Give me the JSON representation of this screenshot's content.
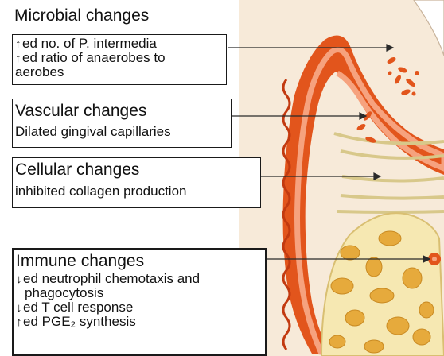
{
  "sections": [
    {
      "id": "microbial",
      "title": "Microbial changes",
      "lines": [
        {
          "arrow": "↑",
          "text": "ed  no. of P. intermedia"
        },
        {
          "arrow": "↑",
          "text": "ed  ratio of anaerobes to"
        },
        {
          "arrow": "",
          "text": "aerobes"
        }
      ]
    },
    {
      "id": "vascular",
      "title": "Vascular changes",
      "lines": [
        {
          "arrow": "",
          "text": "Dilated gingival capillaries"
        }
      ]
    },
    {
      "id": "cellular",
      "title": "Cellular changes",
      "lines": [
        {
          "arrow": "",
          "text": "inhibited collagen production"
        }
      ]
    },
    {
      "id": "immune",
      "title": "Immune changes",
      "lines": [
        {
          "arrow": "↓",
          "text": "ed neutrophil chemotaxis and"
        },
        {
          "arrow": "",
          "text": "phagocytosis"
        },
        {
          "arrow": "↓",
          "text": "ed T cell response"
        },
        {
          "arrow": "↑",
          "text": "ed PGE₂  synthesis"
        }
      ]
    }
  ],
  "colors": {
    "gingiva_outer": "#e2551c",
    "gingiva_inner": "#f6a27e",
    "tissue": "#f7ead9",
    "bone": "#f6e8b2",
    "bone_marrow": "#e6aa3c",
    "bacteria": "#e2551c",
    "fibres": "#d8c88a"
  }
}
